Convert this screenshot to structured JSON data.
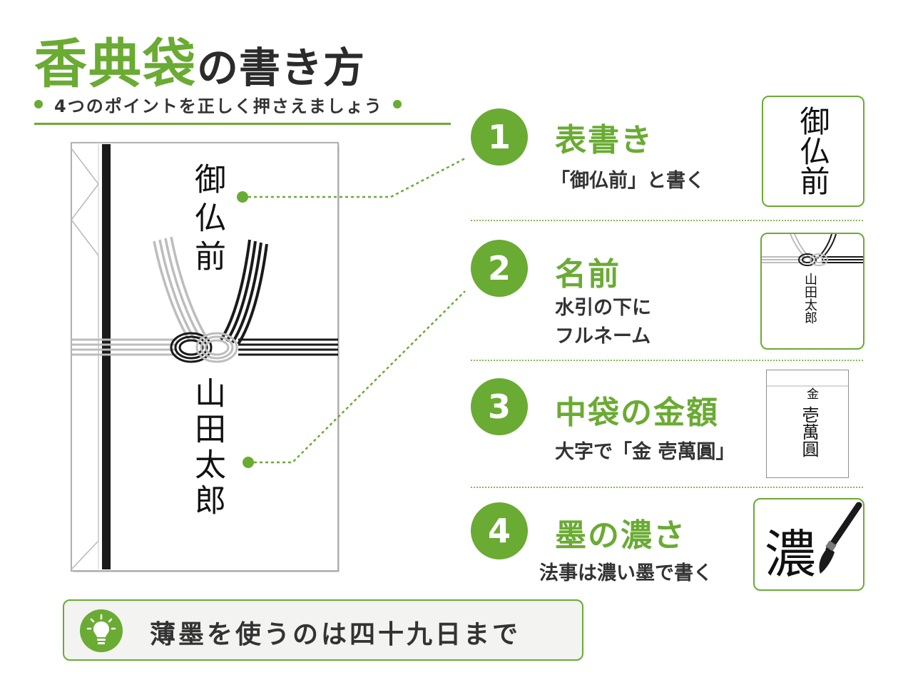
{
  "title": {
    "accent": "香典袋",
    "rest": "の書き方"
  },
  "subtitle": "4つのポイントを正しく押さえましょう",
  "envelope": {
    "omote": "御仏前",
    "name": "山田太郎"
  },
  "points": [
    {
      "number": "1",
      "title": "表書き",
      "desc": "「御仏前」と書く",
      "card": "御仏前"
    },
    {
      "number": "2",
      "title": "名前",
      "desc_lines": [
        "水引の下に",
        "フルネーム"
      ],
      "card": "山田太郎"
    },
    {
      "number": "3",
      "title": "中袋の金額",
      "desc": "大字で「金 壱萬圓」",
      "card_kin": "金",
      "card": "壱萬圓"
    },
    {
      "number": "4",
      "title": "墨の濃さ",
      "desc": "法事は濃い墨で書く",
      "card": "濃"
    }
  ],
  "tip": {
    "text": "薄墨を使うのは四十九日まで",
    "icon": "lightbulb-icon"
  },
  "colors": {
    "accent": "#6aab33",
    "text": "#2b2b2b"
  }
}
